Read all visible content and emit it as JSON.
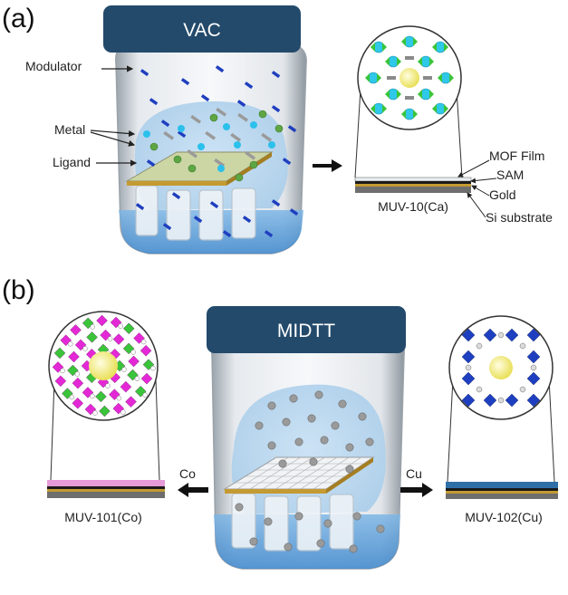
{
  "panels": [
    {
      "id": "a",
      "letter": "(a)",
      "method": "VAC",
      "jar_labels": {
        "modulator": "Modulator",
        "metal": "Metal",
        "ligand": "Ligand"
      },
      "film_layers": [
        "MOF Film",
        "SAM",
        "Gold",
        "Si substrate"
      ],
      "product": "MUV-10(Ca)"
    },
    {
      "id": "b",
      "letter": "(b)",
      "method": "MIDTT",
      "left": {
        "metal": "Co",
        "product": "MUV-101(Co)"
      },
      "right": {
        "metal": "Cu",
        "product": "MUV-102(Cu)"
      }
    }
  ],
  "colors": {
    "banner": "#234a6b",
    "liquid": "#5a9fd8",
    "modulator": "#1f3fbf",
    "metal_cyan": "#2cc0ec",
    "metal_green": "#5ea644",
    "ligand": "#9a9a9a",
    "gold": "#c49a32",
    "substrate": "#6e6e6e",
    "mof_film_co": "#e69ad8",
    "mof_film_cu": "#2f6fa8",
    "node_magenta": "#e428d6",
    "node_green": "#39c43a",
    "node_blue": "#1e3fbf",
    "node_cyan": "#2fc8e8",
    "pore_yellow": "#f4f07a"
  }
}
